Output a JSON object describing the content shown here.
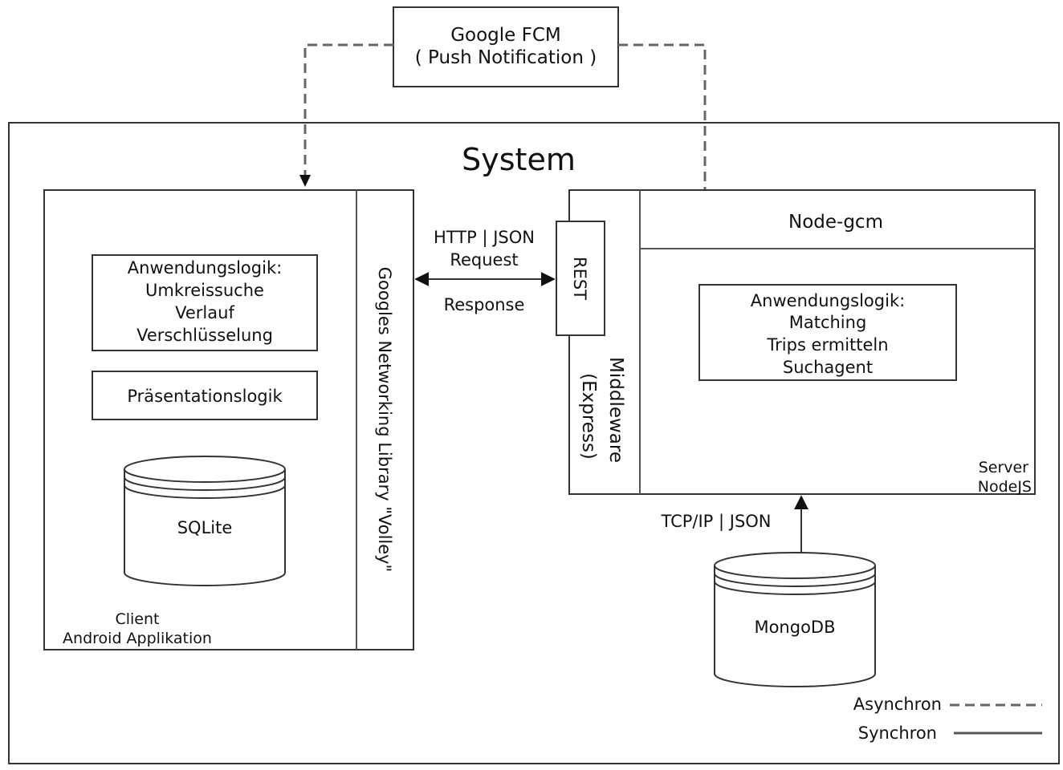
{
  "fcm": {
    "line1": "Google FCM",
    "line2": "( Push Notification )"
  },
  "system_title": "System",
  "client": {
    "app_logic": {
      "title": "Anwendungslogik:",
      "items": [
        "Umkreissuche",
        "Verlauf",
        "Verschlüsselung"
      ]
    },
    "presentation": "Präsentationslogik",
    "db": "SQLite",
    "volley": "Googles Networking Library \"Volley\"",
    "label_line1": "Client",
    "label_line2": "Android Applikation"
  },
  "connection": {
    "protocol": "HTTP | JSON",
    "request": "Request",
    "response": "Response"
  },
  "server": {
    "node_gcm": "Node-gcm",
    "rest": "REST",
    "middleware_line1": "Middleware",
    "middleware_line2": "(Express)",
    "app_logic": {
      "title": "Anwendungslogik:",
      "items": [
        "Matching",
        "Trips ermitteln",
        "Suchagent"
      ]
    },
    "label_line1": "Server",
    "label_line2": "NodeJS"
  },
  "db_link": "TCP/IP | JSON",
  "mongo": "MongoDB",
  "legend": {
    "async": "Asynchron",
    "sync": "Synchron"
  }
}
